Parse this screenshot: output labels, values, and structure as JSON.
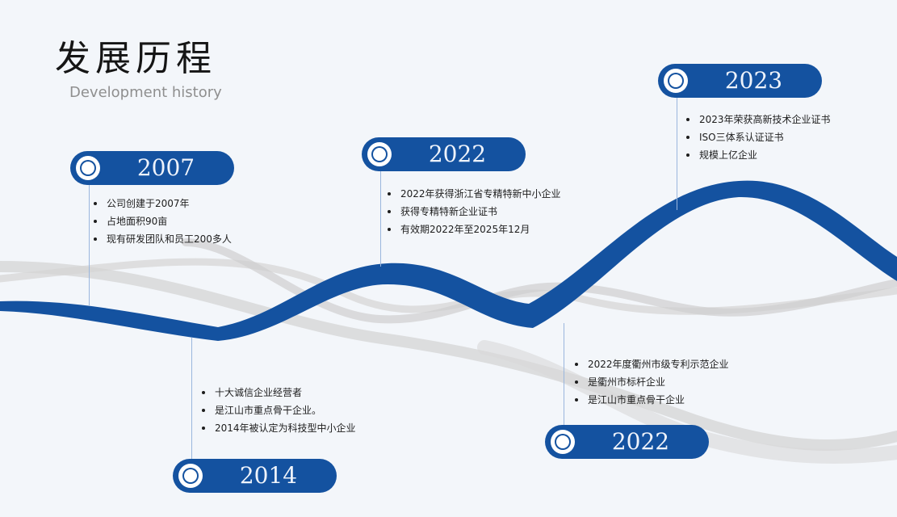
{
  "header": {
    "title": "发展历程",
    "subtitle": "Development history"
  },
  "milestones": [
    {
      "year": "2007",
      "items": [
        "公司创建于2007年",
        "占地面积90亩",
        "现有研发团队和员工200多人"
      ]
    },
    {
      "year": "2014",
      "items": [
        "十大诚信企业经营者",
        "是江山市重点骨干企业。",
        "2014年被认定为科技型中小企业"
      ]
    },
    {
      "year": "2022",
      "items": [
        "2022年获得浙江省专精特新中小企业",
        "获得专精特新企业证书",
        "有效期2022年至2025年12月"
      ]
    },
    {
      "year": "2022",
      "items": [
        "2022年度衢州市级专利示范企业",
        "是衢州市标杆企业",
        "是江山市重点骨干企业"
      ]
    },
    {
      "year": "2023",
      "items": [
        "2023年荣获高新技术企业证书",
        "ISO三体系认证证书",
        "规模上亿企业"
      ]
    }
  ],
  "colors": {
    "accent": "#1452a0",
    "ribbon_gray": "#d6d6d6",
    "background": "#f3f6fa"
  }
}
